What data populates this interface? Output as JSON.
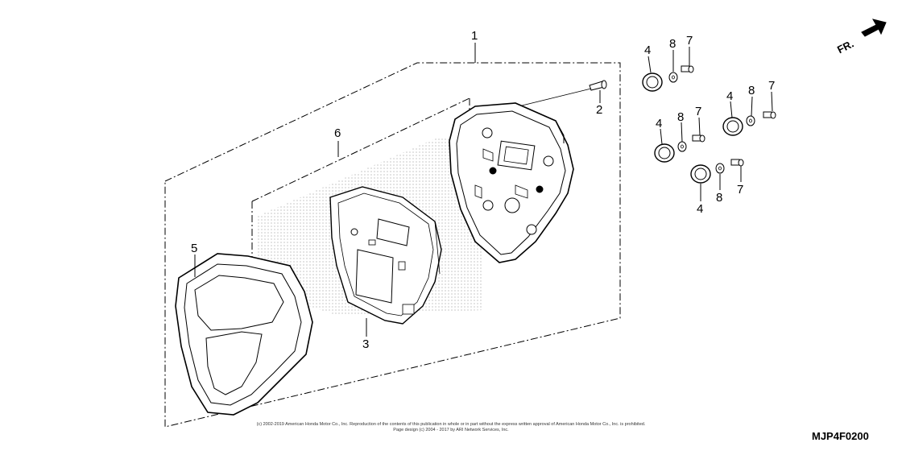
{
  "callouts": {
    "c1": "1",
    "c2": "2",
    "c3": "3",
    "c4a": "4",
    "c4b": "4",
    "c4c": "4",
    "c4d": "4",
    "c5": "5",
    "c6": "6",
    "c7a": "7",
    "c7b": "7",
    "c7c": "7",
    "c7d": "7",
    "c8a": "8",
    "c8b": "8",
    "c8c": "8",
    "c8d": "8"
  },
  "direction_label": "FR.",
  "footer": {
    "copyright_line1": "(c) 2002-2019 American Honda Motor Co., Inc. Reproduction of the contents of this publication in whole or in part without the express written approval of American Honda Motor Co., Inc. is prohibited.",
    "copyright_line2": "Page design (c) 2004 - 2017 by ARI Network Services, Inc."
  },
  "diagram_code": "MJP4F0200"
}
